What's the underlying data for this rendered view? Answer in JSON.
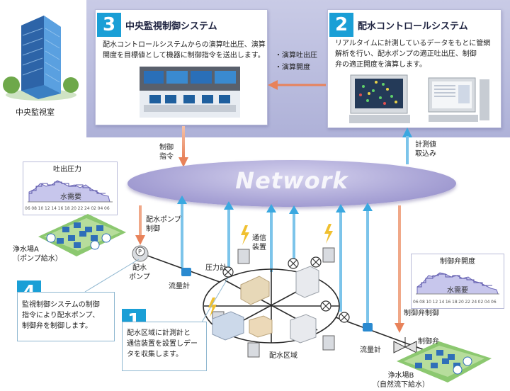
{
  "central_room": {
    "label": "中央監視室"
  },
  "panel3": {
    "number": "3",
    "title": "中央監視制御システム",
    "text_lines": [
      "配水コントロールシステムからの演算吐出圧、演算",
      "開度を目標値として機器に制御指令を送出します。"
    ]
  },
  "panel2": {
    "number": "2",
    "title": "配水コントロールシステム",
    "text_lines": [
      "リアルタイムに計測しているデータをもとに管網",
      "解析を行い、配水ポンプの適正吐出圧、制御",
      "弁の適正開度を演算します。"
    ]
  },
  "transfer_items": [
    "・演算吐出圧",
    "・演算開度"
  ],
  "arrow_labels": {
    "control_command": [
      "制御",
      "指令"
    ],
    "measurement": [
      "計測値",
      "取込み"
    ],
    "pump_control": [
      "配水ポンプ",
      "制御"
    ],
    "valve_control": "制御弁制御"
  },
  "network": {
    "label": "Network"
  },
  "chart_pressure": {
    "title": "吐出圧力",
    "series_label": "水需要",
    "ticks": [
      "06",
      "08",
      "10",
      "12",
      "14",
      "16",
      "18",
      "20",
      "22",
      "24",
      "02",
      "04",
      "06"
    ]
  },
  "chart_valve": {
    "title": "制御弁開度",
    "series_label": "水需要",
    "ticks": [
      "06",
      "08",
      "10",
      "12",
      "14",
      "16",
      "18",
      "20",
      "22",
      "24",
      "02",
      "04",
      "06"
    ]
  },
  "plant_a": {
    "lines": [
      "浄水場A",
      "（ポンプ給水）"
    ]
  },
  "plant_b": {
    "lines": [
      "浄水場B",
      "（自然流下給水）"
    ]
  },
  "labels": {
    "pump": [
      "配水",
      "ポンプ"
    ],
    "pressure_gauge": "圧力計",
    "flowmeter_1": "流量計",
    "flowmeter_2": "流量計",
    "comm_device": [
      "通信",
      "装置"
    ],
    "area": "配水区域",
    "control_valve": "制御弁"
  },
  "callout4": {
    "number": "4",
    "text_lines": [
      "監視制御システムの制御",
      "指令により配水ポンプ、",
      "制御弁を制御します。"
    ]
  },
  "callout1": {
    "number": "1",
    "text_lines": [
      "配水区域に計測計と",
      "通信装置を設置しデー",
      "タを収集します。"
    ]
  },
  "colors": {
    "accent": "#1a9fd6",
    "network": "#a9a4d6",
    "arrow_down": "#e8825a",
    "arrow_up": "#3aa8e0"
  }
}
